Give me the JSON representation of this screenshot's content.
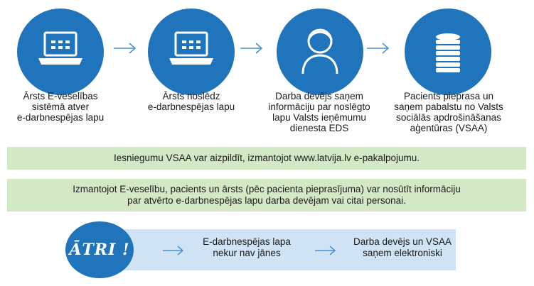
{
  "colors": {
    "circle_blue": "#1f74bb",
    "arrow_blue": "#4a8fcf",
    "band_green": "#d3e8c4",
    "band_blue": "#cfe3f4"
  },
  "steps": [
    {
      "icon": "laptop-icon",
      "text": "Ārsts E-veselības\nsistēmā atver\ne-darbnespējas lapu"
    },
    {
      "icon": "laptop-icon",
      "text": "Ārsts noslēdz\ne-darbnespējas lapu"
    },
    {
      "icon": "person-icon",
      "text": "Darba devējs saņem\ninformāciju par noslēgto\nlapu Valsts ieņēmumu\ndienesta EDS"
    },
    {
      "icon": "coins-icon",
      "text": "Pacients pieprasa un\nsaņem pabalstu no Valsts\nsociālās apdrošināšanas\naģentūras (VSAA)"
    }
  ],
  "info1": "Iesniegumu VSAA var aizpildīt, izmantojot www.latvija.lv e-pakalpojumu.",
  "info2": "Izmantojot E-veselību, pacients un ārsts (pēc pacienta pieprasījuma) var nosūtīt informāciju\npar atvērto e-darbnespējas lapu darba devējam vai citai personai.",
  "fast": {
    "badge": "ĀTRI !",
    "point1": "E-darbnespējas lapa\nnekur nav jānes",
    "point2": "Darba devējs un VSAA\nsaņem elektroniski"
  }
}
